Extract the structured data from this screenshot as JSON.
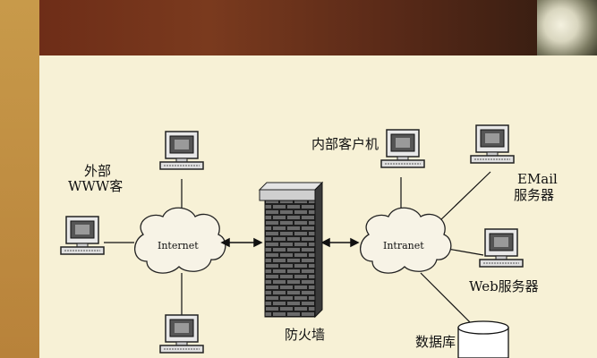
{
  "labels": {
    "external_www_line1": "外部",
    "external_www_line2": "WWW客",
    "internet": "Internet",
    "intranet": "Intranet",
    "firewall": "防火墙",
    "internal_client": "内部客户机",
    "email_line1": "EMail",
    "email_line2": "服务器",
    "web_server": "Web服务器",
    "database": "数据库"
  },
  "colors": {
    "header": "#6b2a16",
    "side_bar": "#c89a4a",
    "background": "#f7f1d6",
    "brick": "#2a2a2a",
    "wall_cap": "#d8d8d8"
  }
}
